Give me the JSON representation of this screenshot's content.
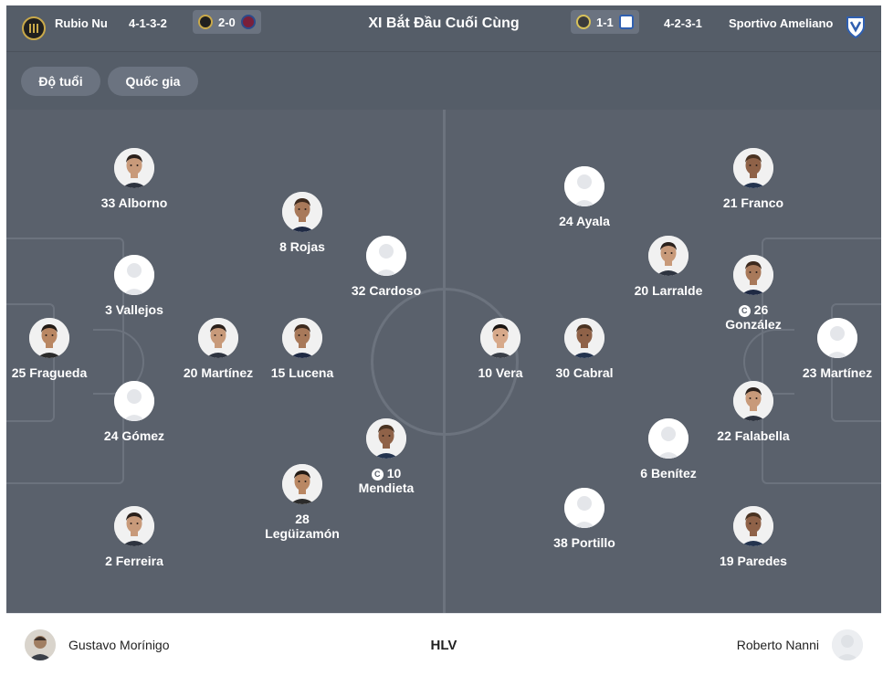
{
  "header": {
    "title": "XI Bắt Đầu Cuối Cùng",
    "home": {
      "name": "Rubio Nu",
      "formation": "4-1-3-2",
      "last_result": "2-0"
    },
    "away": {
      "name": "Sportivo Ameliano",
      "formation": "4-2-3-1",
      "last_result": "1-1"
    }
  },
  "filters": [
    {
      "label": "Độ tuổi"
    },
    {
      "label": "Quốc gia"
    }
  ],
  "home_players": [
    {
      "name": "33 Alborno",
      "photo": true
    },
    {
      "name": "8 Rojas",
      "photo": true
    },
    {
      "name": "32 Cardoso",
      "photo": false
    },
    {
      "name": "3 Vallejos",
      "photo": false
    },
    {
      "name": "25 Fragueda",
      "photo": true
    },
    {
      "name": "20 Martínez",
      "photo": true
    },
    {
      "name": "15 Lucena",
      "photo": true
    },
    {
      "name": "24 Gómez",
      "photo": false
    },
    {
      "name": "10",
      "name2": "Mendieta",
      "photo": true,
      "captain": true
    },
    {
      "name": "28",
      "name2": "Legüizamón",
      "photo": true
    },
    {
      "name": "2 Ferreira",
      "photo": true
    }
  ],
  "away_players": [
    {
      "name": "21 Franco",
      "photo": true
    },
    {
      "name": "24 Ayala",
      "photo": false
    },
    {
      "name": "20 Larralde",
      "photo": true
    },
    {
      "name": "26",
      "name2": "González",
      "photo": true,
      "captain": true
    },
    {
      "name": "10 Vera",
      "photo": true
    },
    {
      "name": "30 Cabral",
      "photo": true
    },
    {
      "name": "23 Martínez",
      "photo": false
    },
    {
      "name": "22 Falabella",
      "photo": true
    },
    {
      "name": "6 Benítez",
      "photo": false
    },
    {
      "name": "38 Portillo",
      "photo": false
    },
    {
      "name": "19 Paredes",
      "photo": true
    }
  ],
  "captain_mark": "C",
  "coaches": {
    "label": "HLV",
    "home": "Gustavo Morínigo",
    "away": "Roberto Nanni"
  },
  "colors": {
    "header_bg": "#555d68",
    "pitch_bg": "#5a616c",
    "pill_bg": "#6b7380"
  }
}
